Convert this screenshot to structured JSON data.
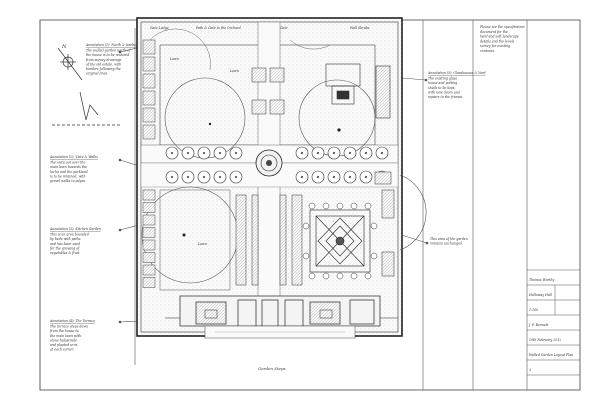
{
  "drawing": {
    "north_symbol": "N",
    "annotations_left": [
      {
        "title": "Annotation (1): North & landscape",
        "body": [
          "The walled garden north of",
          "the house is to be restored",
          "from survey drawings",
          "of the old estate, with",
          "borders following the",
          "original lines."
        ]
      },
      {
        "title": "Annotation (2): Vista & Walks",
        "body": [
          "The vista out over the",
          "main lawn towards the",
          "ha-ha and the parkland",
          "is to be retained, with",
          "gravel walks to edges."
        ]
      },
      {
        "title": "Annotation (3): Kitchen Garden",
        "body": [
          "This is an area bounded",
          "by beds with paths",
          "and has been used",
          "for the growing of",
          "vegetables & fruit."
        ]
      },
      {
        "title": "Annotation (4): The Terrace",
        "body": [
          "The terrace steps down",
          "from the house to",
          "the main lawn with",
          "stone balustrade",
          "and planted urns",
          "at each corner."
        ]
      }
    ],
    "annotations_right": [
      {
        "title": "Annotation (5): Glasshouses & Yard",
        "body": [
          "The existing glass",
          "house and potting",
          "sheds to be kept,",
          "with new doors and",
          "repairs to the frames."
        ]
      },
      {
        "title": "",
        "body": [
          "This area of the garden",
          "remains unchanged."
        ]
      }
    ],
    "top_note": [
      "Please see the specification",
      "document for the",
      "hard and soft landscape",
      "details and the levels",
      "survey for existing",
      "contours."
    ],
    "plan_labels": {
      "top_left": "Gate Lodge",
      "top_mid_left": "Path & Gate to the Orchard",
      "top_mid_right": "Gate",
      "top_right": "Wall Shrubs",
      "lawn_upper_left": "Lawn",
      "lawn_upper_center": "Lawn",
      "lawn_lower_left": "Lawn",
      "bottom": "Garden Steps"
    },
    "title_block": {
      "project": "Thomas Worthy",
      "client": "Halloway Hall",
      "scale": "1:100",
      "drawn": "J. P. Bennett",
      "date": "19th February 2012",
      "title": "Walled Garden Layout Plan",
      "no": "3"
    }
  }
}
